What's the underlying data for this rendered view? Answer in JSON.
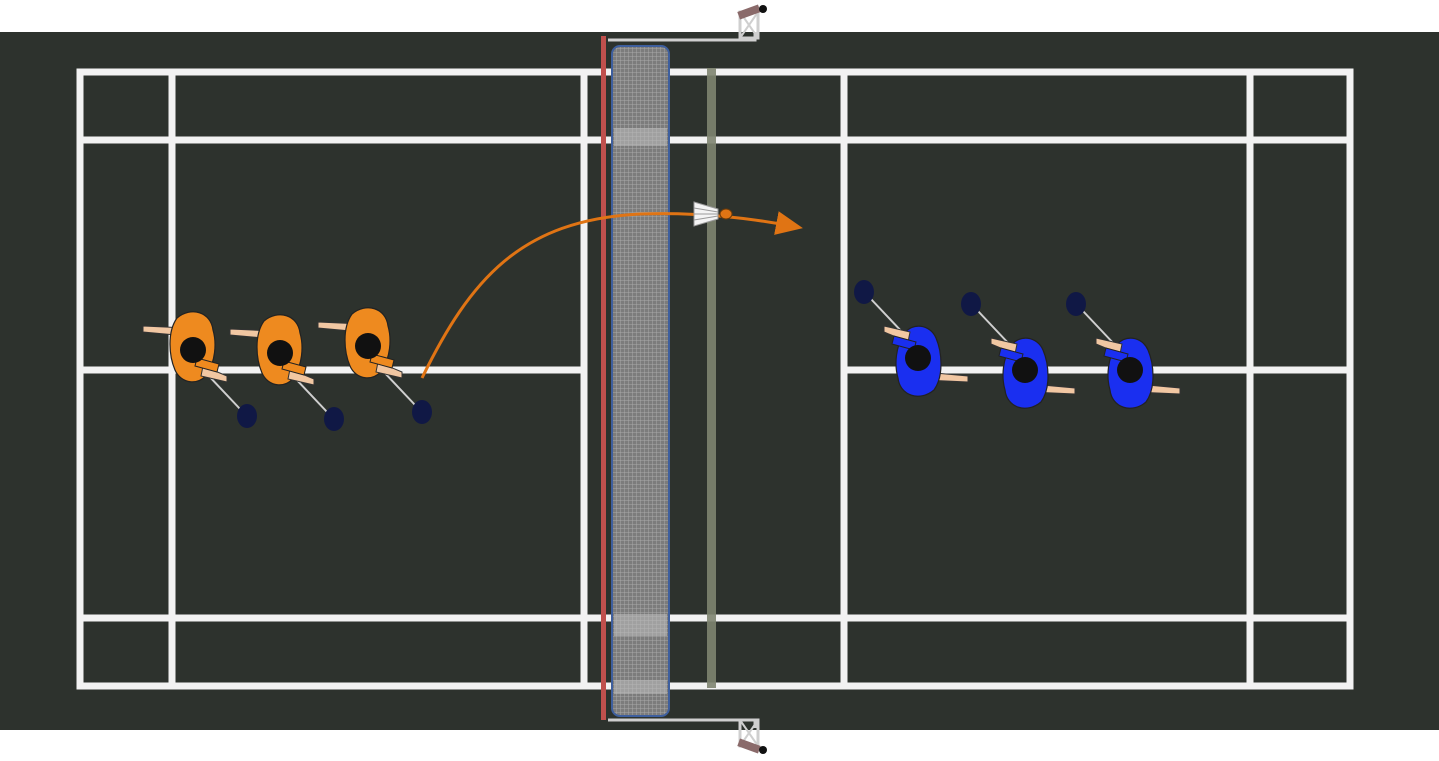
{
  "scene": {
    "description_type": "badminton-court-top-view",
    "colors": {
      "page_background": "#ffffff",
      "court_surface": "#2d322d",
      "court_lines": "#f2f2f2",
      "net_mesh": "#8c8c8c",
      "net_edge": "#3e5f9e",
      "net_tape": "#c0504d",
      "net_shadow": "#7e8470",
      "trajectory": "#e07414",
      "team_left_shirt": "#ee8a1f",
      "team_right_shirt": "#1a2ff0",
      "skin": "#f1c7a2",
      "hair": "#111111",
      "racket_head": "#101845",
      "shuttle": "#f4f4f4"
    },
    "teams": [
      {
        "name": "orange-team",
        "side": "left",
        "player_count": 3,
        "facing": "right"
      },
      {
        "name": "blue-team",
        "side": "right",
        "player_count": 3,
        "facing": "left"
      }
    ],
    "shuttlecock": {
      "icon": "shuttlecock-icon",
      "over": "net"
    },
    "trajectory": {
      "icon": "arrow-icon",
      "from": "orange-team",
      "to": "blue-team"
    }
  }
}
